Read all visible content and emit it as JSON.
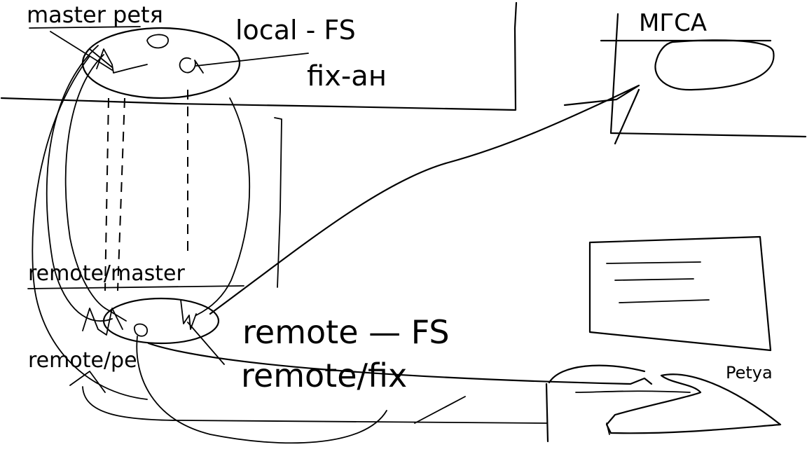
{
  "labels": {
    "master_petya": "master petя",
    "local_fs": "local - FS",
    "fix_an": "fix-ан",
    "mgsa": "МГСА",
    "remote_master": "remote/master",
    "remote_fs": "remote — FS",
    "remote_petya": "remote/pe",
    "remote_fix": "remote/fix",
    "petya": "Petуа"
  },
  "colors": {
    "ink": "#000000",
    "background": "#ffffff"
  }
}
